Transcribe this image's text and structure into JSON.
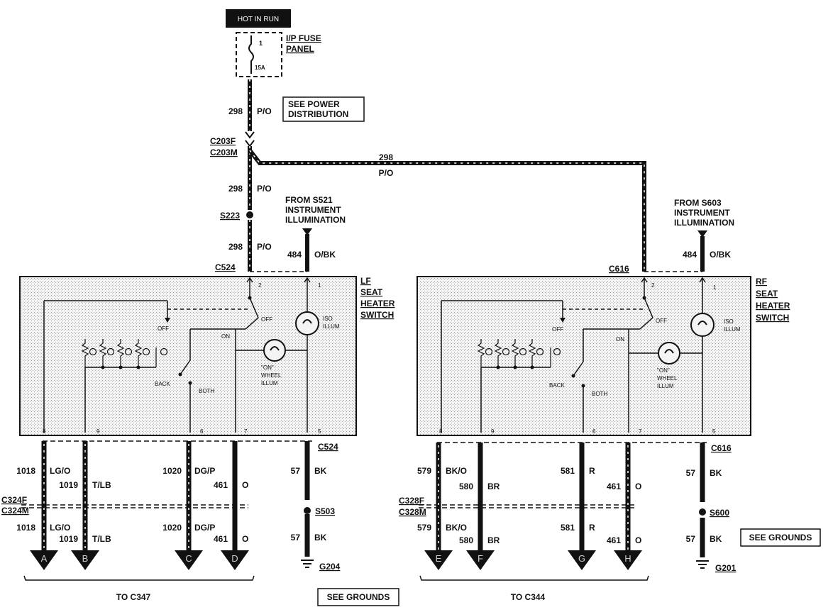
{
  "power": {
    "hot_in_run": "HOT IN RUN",
    "fuse_panel_line1": "I/P FUSE",
    "fuse_panel_line2": "PANEL",
    "fuse_number": "1",
    "fuse_rating": "15A"
  },
  "see_power": {
    "line1": "SEE POWER",
    "line2": "DISTRIBUTION"
  },
  "connectors": {
    "c203f": "C203F",
    "c203m": "C203M",
    "s223": "S223",
    "c524": "C524",
    "c616": "C616",
    "c324f": "C324F",
    "c324m": "C324M",
    "c328f": "C328F",
    "c328m": "C328M",
    "s503": "S503",
    "s600": "S600",
    "g204": "G204",
    "g201": "G201"
  },
  "wire_298": {
    "circuit": "298",
    "color": "P/O"
  },
  "wire_484": {
    "circuit": "484",
    "color": "O/BK"
  },
  "from_left": {
    "line1": "FROM S521",
    "line2": "INSTRUMENT",
    "line3": "ILLUMINATION"
  },
  "from_right": {
    "line1": "FROM S603",
    "line2": "INSTRUMENT",
    "line3": "ILLUMINATION"
  },
  "left_switch": {
    "line1": "LF",
    "line2": "SEAT",
    "line3": "HEATER",
    "line4": "SWITCH"
  },
  "right_switch": {
    "line1": "RF",
    "line2": "SEAT",
    "line3": "HEATER",
    "line4": "SWITCH"
  },
  "switch_labels": {
    "off": "OFF",
    "on": "ON",
    "back": "BACK",
    "both": "BOTH",
    "iso_line1": "ISO",
    "iso_line2": "ILLUM",
    "wheel_line1": "\"ON\"",
    "wheel_line2": "WHEEL",
    "wheel_line3": "ILLUM"
  },
  "pins": {
    "p1": "1",
    "p2": "2",
    "p5": "5",
    "p6": "6",
    "p7": "7",
    "p8": "8",
    "p9": "9"
  },
  "left_wires": [
    {
      "circuit": "1018",
      "color": "LG/O"
    },
    {
      "circuit": "1019",
      "color": "T/LB"
    },
    {
      "circuit": "1020",
      "color": "DG/P"
    },
    {
      "circuit": "461",
      "color": "O"
    },
    {
      "circuit": "57",
      "color": "BK"
    }
  ],
  "right_wires": [
    {
      "circuit": "579",
      "color": "BK/O"
    },
    {
      "circuit": "580",
      "color": "BR"
    },
    {
      "circuit": "581",
      "color": "R"
    },
    {
      "circuit": "461",
      "color": "O"
    },
    {
      "circuit": "57",
      "color": "BK"
    }
  ],
  "left_terminals": [
    "A",
    "B",
    "C",
    "D"
  ],
  "right_terminals": [
    "E",
    "F",
    "G",
    "H"
  ],
  "bottom": {
    "to_left": "TO C347",
    "to_right": "TO C344",
    "see_grounds": "SEE GROUNDS"
  }
}
